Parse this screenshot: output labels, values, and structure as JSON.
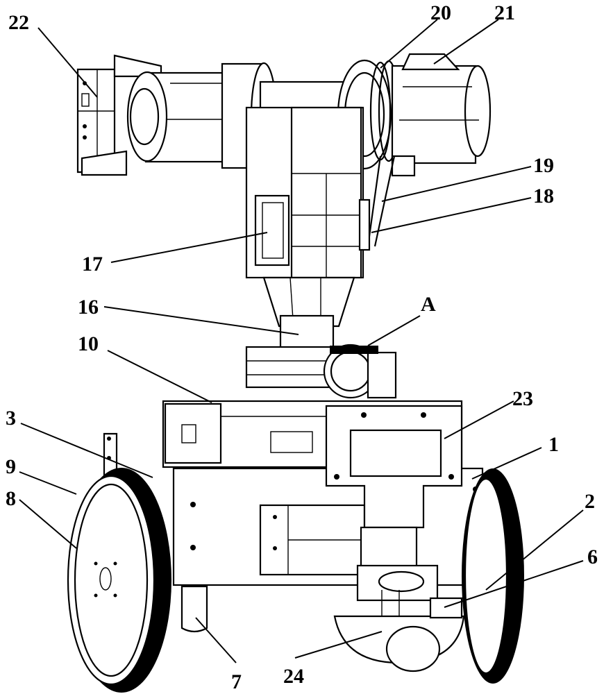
{
  "labels": [
    {
      "id": "l22",
      "text": "22"
    },
    {
      "id": "l20",
      "text": "20"
    },
    {
      "id": "l21",
      "text": "21"
    },
    {
      "id": "l19",
      "text": "19"
    },
    {
      "id": "l18",
      "text": "18"
    },
    {
      "id": "l17",
      "text": "17"
    },
    {
      "id": "l16",
      "text": "16"
    },
    {
      "id": "lA",
      "text": "A"
    },
    {
      "id": "l10",
      "text": "10"
    },
    {
      "id": "l23",
      "text": "23"
    },
    {
      "id": "l3",
      "text": "3"
    },
    {
      "id": "l1",
      "text": "1"
    },
    {
      "id": "l9",
      "text": "9"
    },
    {
      "id": "l8",
      "text": "8"
    },
    {
      "id": "l2",
      "text": "2"
    },
    {
      "id": "l6",
      "text": "6"
    },
    {
      "id": "l7",
      "text": "7"
    },
    {
      "id": "l24",
      "text": "24"
    }
  ]
}
